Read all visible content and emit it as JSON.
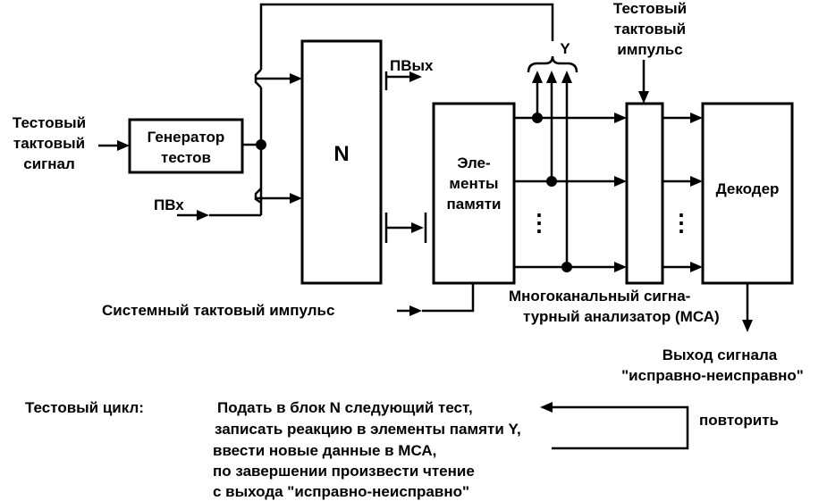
{
  "labels": {
    "test_clock_in_line1": "Тестовый",
    "test_clock_in_line2": "тактовый",
    "test_clock_in_line3": "сигнал",
    "generator_line1": "Генератор",
    "generator_line2": "тестов",
    "pvx": "ПВх",
    "block_n": "N",
    "pvyx": "ПВых",
    "memory_line1": "Эле-",
    "memory_line2": "менты",
    "memory_line3": "памяти",
    "y_label": "Y",
    "test_pulse_line1": "Тестовый",
    "test_pulse_line2": "тактовый",
    "test_pulse_line3": "импульс",
    "decoder": "Декодер",
    "ellipsis": "⋮",
    "system_clock": "Системный тактовый импульс",
    "mca_line1": "Многоканальный сигна-",
    "mca_line2": "турный анализатор (МСА)",
    "output_line1": "Выход сигнала",
    "output_line2": "\"исправно-неисправно\""
  },
  "cycle": {
    "title": "Тестовый цикл:",
    "steps": [
      "Подать в блок N следующий тест,",
      "записать реакцию в элементы памяти Y,",
      "ввести новые данные в МСА,",
      "по завершении произвести чтение",
      "с выхода \"исправно-неисправно\""
    ],
    "repeat": "повторить"
  }
}
